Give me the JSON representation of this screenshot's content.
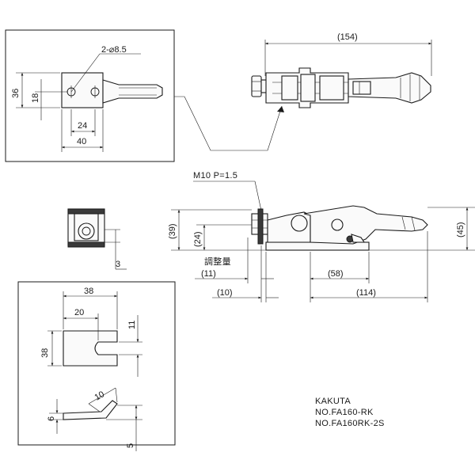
{
  "top_view": {
    "length_154": "(154)"
  },
  "detail_top_left": {
    "hole_spec": "2-⌀8.5",
    "h36": "36",
    "h18": "18",
    "w24": "24",
    "w40": "40"
  },
  "side_view": {
    "thread_spec": "M10 P=1.5",
    "h39": "(39)",
    "h24": "(24)",
    "h45": "(45)",
    "adjust_label": "調整量",
    "d11": "(11)",
    "d10": "(10)",
    "d58": "(58)",
    "d114": "(114)"
  },
  "end_view": {
    "d3": "3"
  },
  "detail_bottom_left": {
    "w38": "38",
    "w20": "20",
    "h11": "11",
    "h38": "38",
    "d10": "10",
    "d6": "6",
    "d5": "5"
  },
  "title_block": {
    "maker": "KAKUTA",
    "model_1": "NO.FA160-RK",
    "model_2": "NO.FA160RK-2S"
  }
}
